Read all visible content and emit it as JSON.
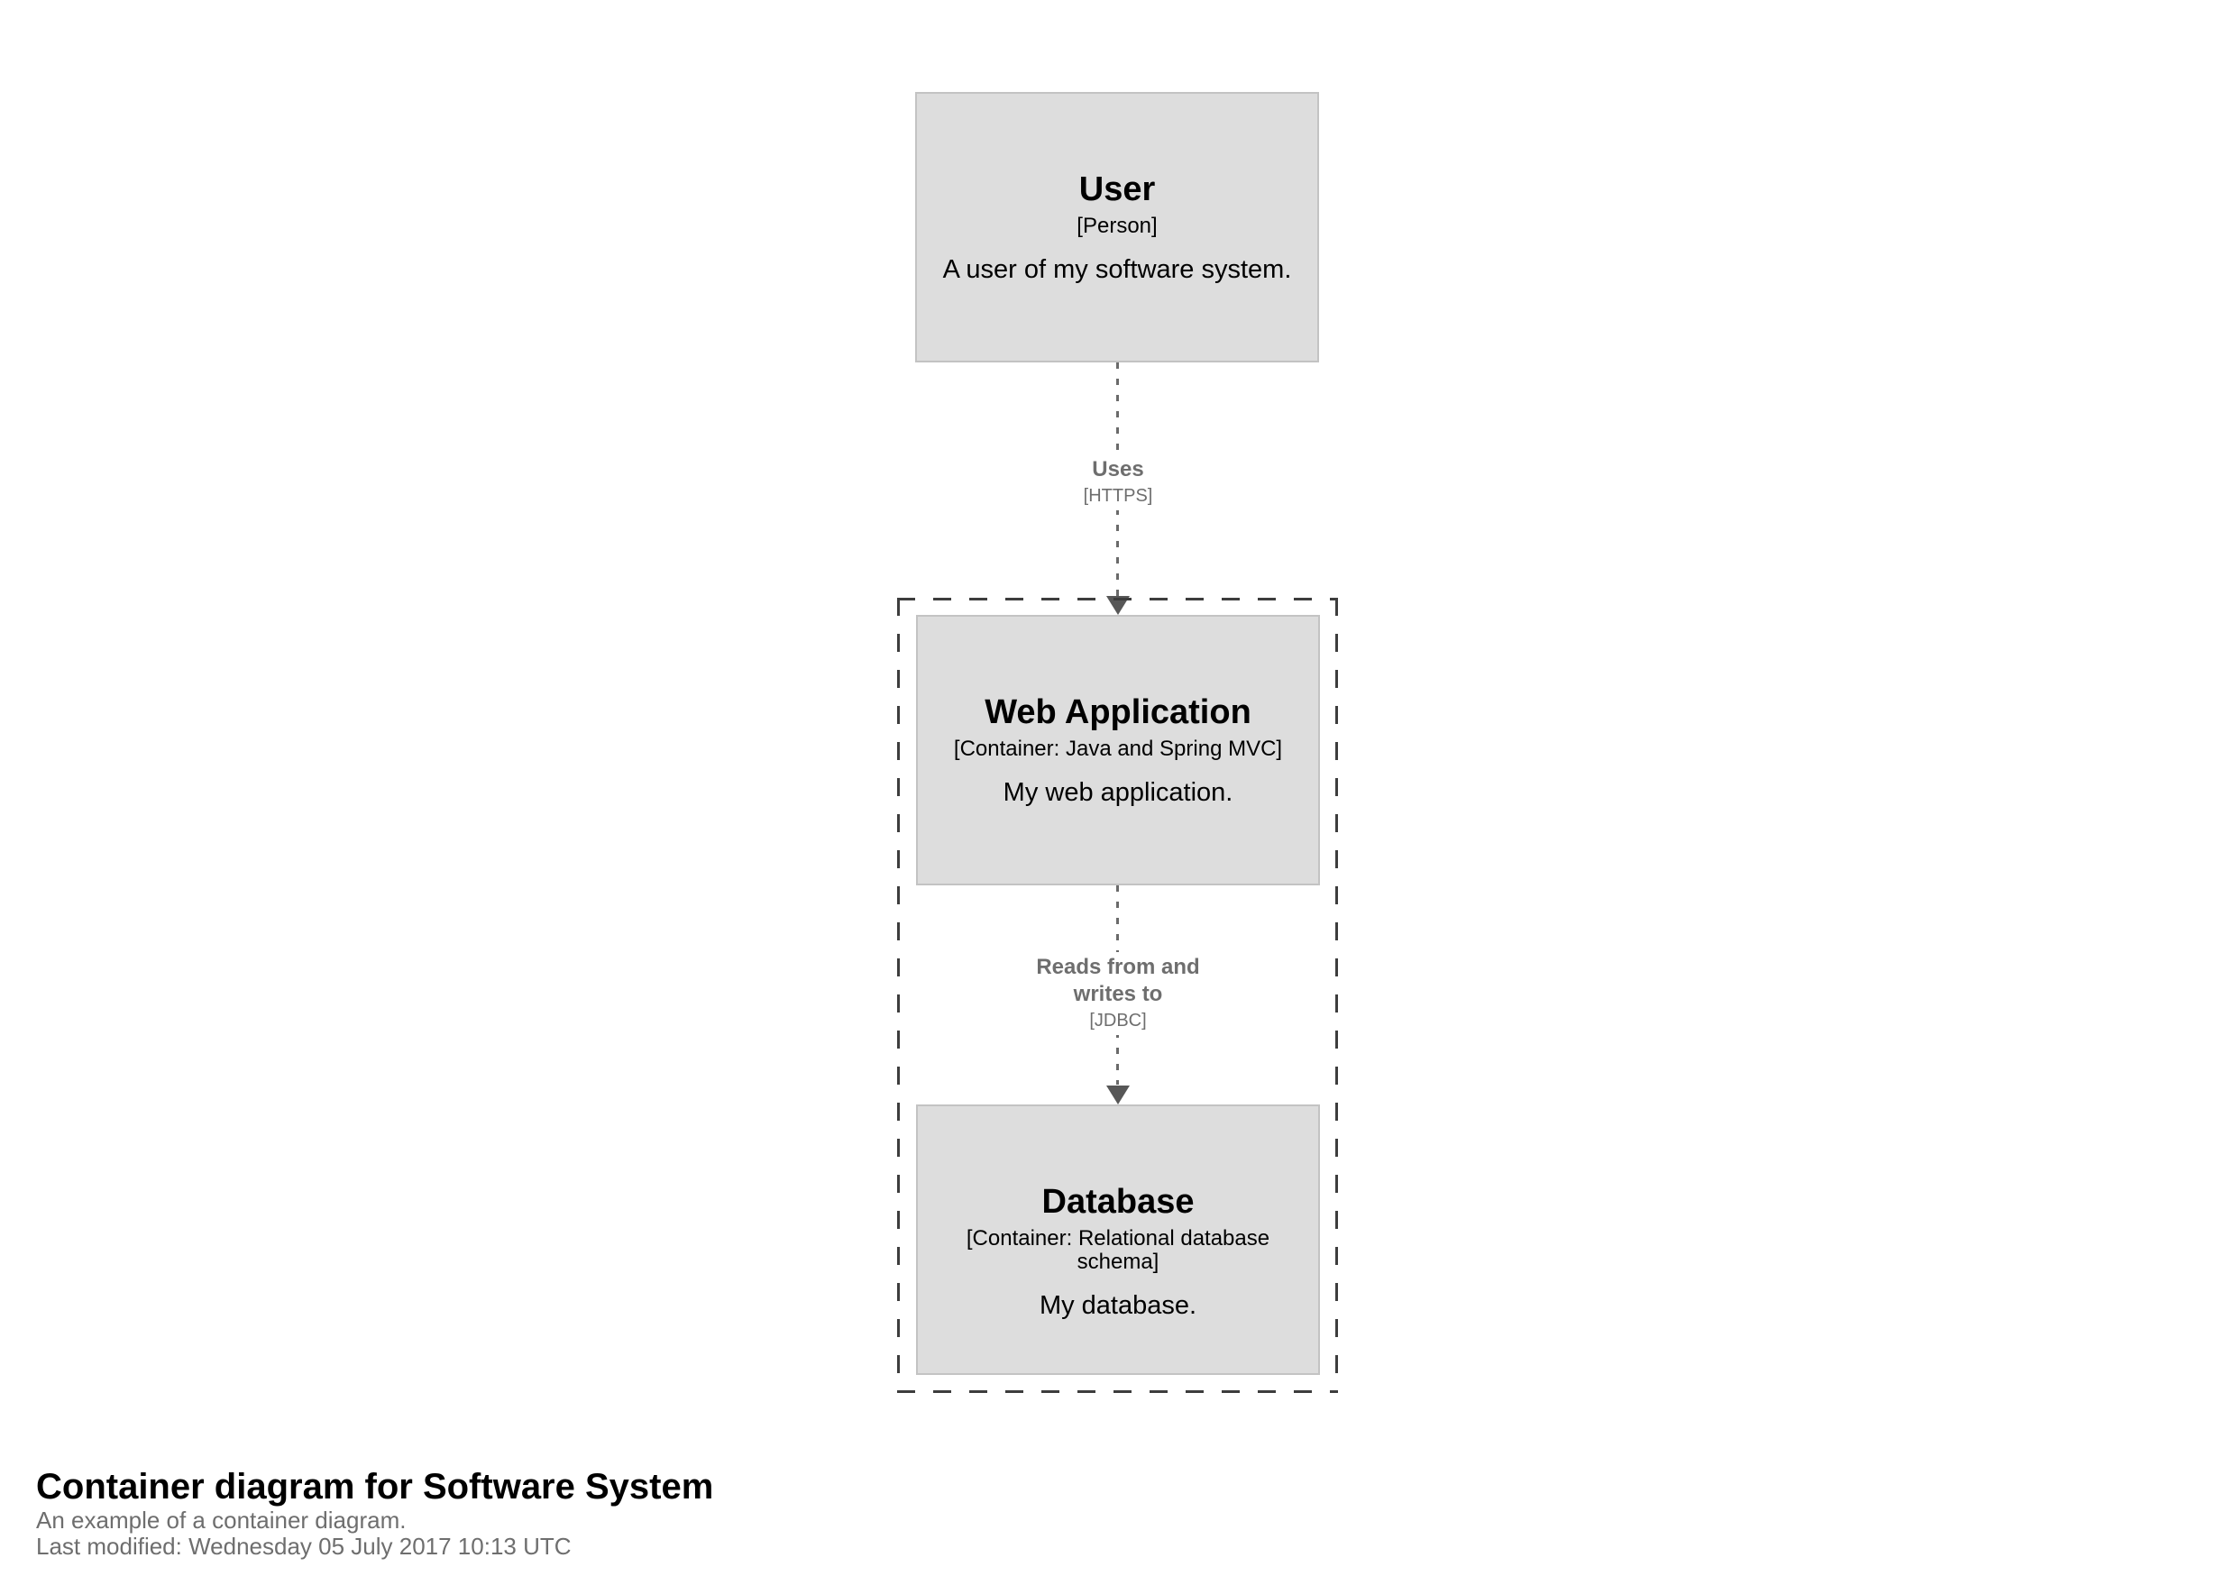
{
  "colors": {
    "background": "#ffffff",
    "element_fill": "#dddddd",
    "element_border": "#c3c3c3",
    "element_text": "#000000",
    "relationship_text": "#6e6e6e",
    "relationship_line": "#6a6a6a",
    "arrowhead": "#575757",
    "boundary_dash": "#3d3d3d"
  },
  "elements": {
    "user": {
      "name": "User",
      "meta": "[Person]",
      "description": "A user of my software system."
    },
    "web_application": {
      "name": "Web Application",
      "meta": "[Container: Java and Spring MVC]",
      "description": "My web application."
    },
    "database": {
      "name": "Database",
      "meta": "[Container: Relational database schema]",
      "description": "My database."
    }
  },
  "relationships": {
    "uses": {
      "name": "Uses",
      "technology": "[HTTPS]"
    },
    "reads_writes": {
      "name_line1": "Reads from and",
      "name_line2": "writes to",
      "technology": "[JDBC]"
    }
  },
  "footer": {
    "title": "Container diagram for Software System",
    "description": "An example of a container diagram.",
    "last_modified": "Last modified: Wednesday 05 July 2017 10:13 UTC"
  }
}
